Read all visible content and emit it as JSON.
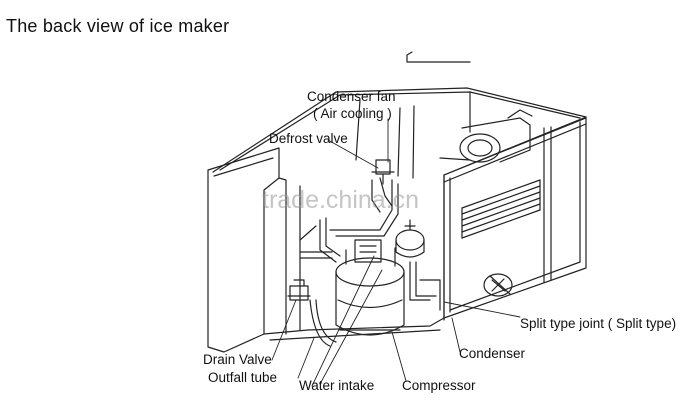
{
  "title": "The back view of  ice maker",
  "labels": {
    "condenser_fan": "Condenser fan",
    "air_cooling": "( Air cooling )",
    "defrost_valve": "Defrost valve",
    "split_joint": "Split type joint ( Split type)",
    "condenser": "Condenser",
    "drain_valve": "Drain Valve",
    "outfall_tube": "Outfall tube",
    "water_intake": "Water intake",
    "compressor": "Compressor"
  },
  "watermark": {
    "text": "trade.china.cn"
  }
}
